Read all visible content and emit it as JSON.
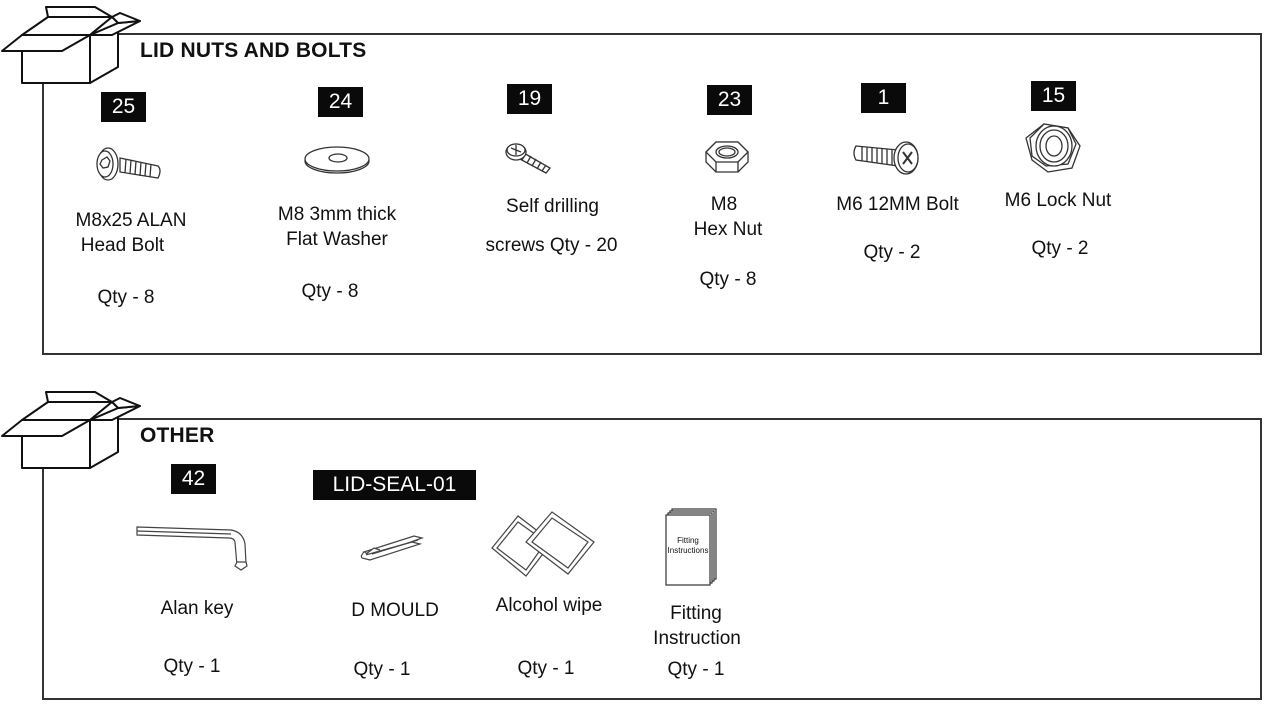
{
  "sections": [
    {
      "title": "LID NUTS AND BOLTS",
      "items": [
        {
          "code": "25",
          "label_lines": [
            "M8x25 ALAN",
            "Head Bolt"
          ],
          "qty": "Qty - 8",
          "icon": "hex-head-bolt-icon"
        },
        {
          "code": "24",
          "label_lines": [
            "M8 3mm thick",
            "Flat Washer"
          ],
          "qty": "Qty - 8",
          "icon": "flat-washer-icon"
        },
        {
          "code": "19",
          "label_lines": [
            "Self drilling"
          ],
          "qty": "screws Qty - 20",
          "icon": "self-drilling-screw-icon"
        },
        {
          "code": "23",
          "label_lines": [
            "M8",
            "Hex Nut"
          ],
          "qty": "Qty - 8",
          "icon": "hex-nut-icon"
        },
        {
          "code": "1",
          "label_lines": [
            "M6 12MM Bolt"
          ],
          "qty": "Qty - 2",
          "icon": "phillips-bolt-icon"
        },
        {
          "code": "15",
          "label_lines": [
            "M6 Lock Nut"
          ],
          "qty": "Qty - 2",
          "icon": "lock-nut-icon"
        }
      ]
    },
    {
      "title": "OTHER",
      "items": [
        {
          "code": "42",
          "label_lines": [
            "Alan key"
          ],
          "qty": "Qty - 1",
          "icon": "allen-key-icon"
        },
        {
          "code": "LID-SEAL-01",
          "label_lines": [
            "D MOULD"
          ],
          "qty": "Qty - 1",
          "icon": "d-mould-seal-icon"
        },
        {
          "code": "",
          "label_lines": [
            "Alcohol wipe"
          ],
          "qty": "Qty - 1",
          "icon": "alcohol-wipe-icon"
        },
        {
          "code": "",
          "label_lines": [
            "Fitting",
            "Instruction"
          ],
          "qty": "Qty - 1",
          "icon": "instruction-booklet-icon",
          "booklet_text": [
            "Fitting",
            "Instructions"
          ]
        }
      ]
    }
  ]
}
